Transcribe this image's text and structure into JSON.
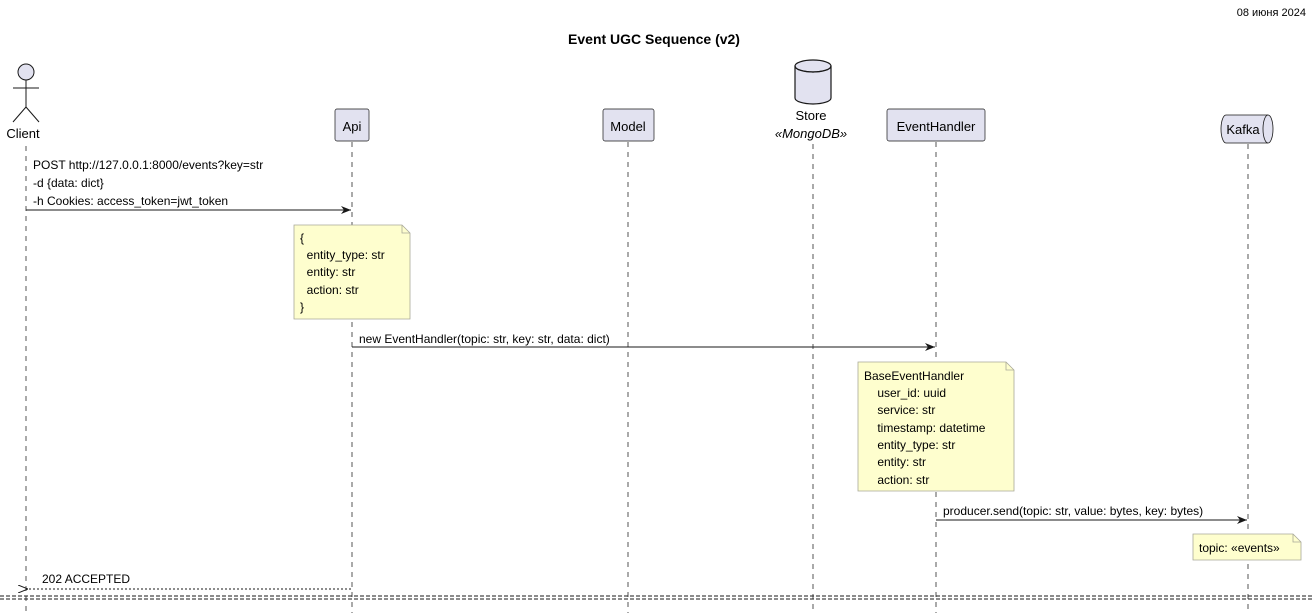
{
  "date": "08 июня 2024",
  "title": "Event UGC Sequence (v2)",
  "colors": {
    "participant_fill": "#e2e2f0",
    "participant_stroke": "#181818",
    "note_fill": "#fefece",
    "note_stroke": "#a8a898",
    "line": "#181818",
    "lifeline": "#555555",
    "date_text": "#888888"
  },
  "participants": {
    "client": {
      "label": "Client",
      "kind": "actor",
      "icon": "stick-figure-icon"
    },
    "api": {
      "label": "Api",
      "kind": "box"
    },
    "model": {
      "label": "Model",
      "kind": "box"
    },
    "store": {
      "label": "Store",
      "stereotype": "«MongoDB»",
      "kind": "database",
      "icon": "database-icon"
    },
    "eventhandler": {
      "label": "EventHandler",
      "kind": "box"
    },
    "kafka": {
      "label": "Kafka",
      "kind": "queue",
      "icon": "queue-icon"
    }
  },
  "messages": [
    {
      "from": "client",
      "to": "api",
      "style": "solid",
      "lines": [
        "POST http://127.0.0.1:8000/events?key=str",
        "-d {data: dict}",
        "-h Cookies: access_token=jwt_token"
      ]
    },
    {
      "from": "api",
      "to": "eventhandler",
      "style": "solid",
      "lines": [
        "new EventHandler(topic: str, key: str, data: dict)"
      ]
    },
    {
      "from": "eventhandler",
      "to": "kafka",
      "style": "solid",
      "lines": [
        "producer.send(topic: str, value: bytes, key: bytes)"
      ]
    },
    {
      "from": "api",
      "to": "client",
      "style": "dashed",
      "lines": [
        "202 ACCEPTED"
      ]
    }
  ],
  "notes": [
    {
      "over": "api",
      "lines": [
        "{",
        "  entity_type: str",
        "  entity: str",
        "  action: str",
        "}"
      ]
    },
    {
      "over": "eventhandler",
      "lines": [
        "BaseEventHandler",
        "    user_id: uuid",
        "    service: str",
        "    timestamp: datetime",
        "    entity_type: str",
        "    entity: str",
        "    action: str"
      ]
    },
    {
      "over": "kafka",
      "lines": [
        "topic: «events»"
      ]
    }
  ]
}
